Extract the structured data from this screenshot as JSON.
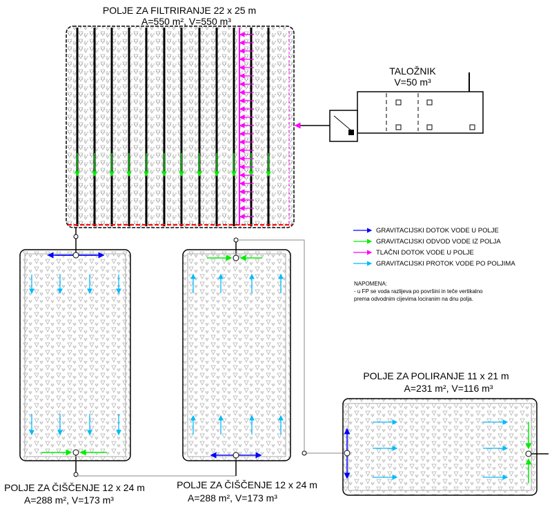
{
  "filter_field": {
    "title": "POLJE ZA FILTRIRANJE 22 x 25 m",
    "specs": "A=550 m², V=550 m³"
  },
  "settler": {
    "title": "TALOŽNIK",
    "specs": "V=50 m³"
  },
  "cleaning_field_1": {
    "title": "POLJE ZA ČIŠČENJE 12 x 24 m",
    "specs": "A=288 m², V=173 m³"
  },
  "cleaning_field_2": {
    "title": "POLJE ZA ČIŠČENJE 12 x 24 m",
    "specs": "A=288 m², V=173 m³"
  },
  "polishing_field": {
    "title": "POLJE ZA POLIRANJE 11 x 21 m",
    "specs": "A=231 m², V=116 m³"
  },
  "legend": [
    {
      "label": "GRAVITACIJSKI DOTOK VODE U POLJE",
      "color": "#0000ff"
    },
    {
      "label": "GRAVITACIJSKI ODVOD VODE IZ POLJA",
      "color": "#00ee00"
    },
    {
      "label": "TLAČNI DOTOK VODE U POLJE",
      "color": "#ff00ff"
    },
    {
      "label": "GRAVITACIJSKI PROTOK VODE PO POLJIMA",
      "color": "#00bbff"
    }
  ],
  "note": {
    "heading": "NAPOMENA:",
    "line1": "- u FP se voda razlijeva po površini in teče vertikalno",
    "line2": "prema odvodnim cijevima lociranim na dnu polja."
  }
}
